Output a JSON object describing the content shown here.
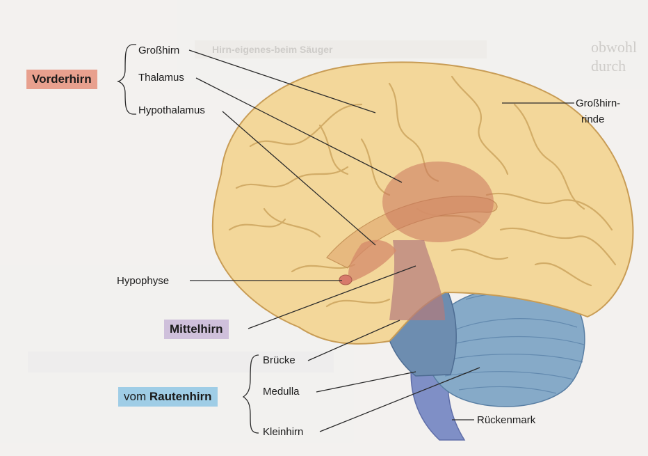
{
  "groups": {
    "vorderhirn": {
      "label": "Vorderhirn",
      "color": "#e8a08e"
    },
    "mittelhirn": {
      "label": "Mittelhirn",
      "color": "#cfc0db"
    },
    "rautenhirn": {
      "prefix": "vom ",
      "label": "Rautenhirn",
      "color": "#9fcde6"
    }
  },
  "labels": {
    "grosshirn": "Großhirn",
    "thalamus": "Thalamus",
    "hypothalamus": "Hypothalamus",
    "grosshirnrinde_1": "Großhirn-",
    "grosshirnrinde_2": "rinde",
    "hypophyse": "Hypophyse",
    "bruecke": "Brücke",
    "medulla": "Medulla",
    "kleinhirn": "Kleinhirn",
    "rueckenmark": "Rückenmark"
  },
  "background_text": {
    "header": "Hirn-eigenes-beim Säuger",
    "right_1": "obwohl",
    "right_2": "durch"
  },
  "colors": {
    "cerebrum": "#f3d79a",
    "cerebrum_fold": "#cfa862",
    "thalamus": "#c9745c",
    "midbrain": "#b47a7c",
    "pons": "#6d8db0",
    "cerebellum": "#86aac8",
    "spinal": "#7f8fc6"
  }
}
